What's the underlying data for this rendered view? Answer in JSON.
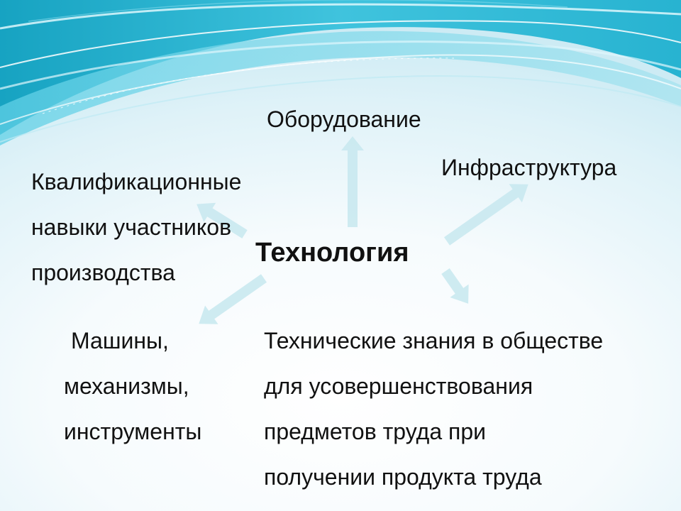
{
  "center": {
    "label": "Технология"
  },
  "nodes": {
    "equipment": {
      "label": "Оборудование"
    },
    "skills": {
      "lines": [
        "Квалификационные",
        "навыки участников",
        "производства"
      ]
    },
    "infrastructure": {
      "label": "Инфраструктура"
    },
    "machines": {
      "lines": [
        "Машины,",
        "механизмы,",
        "инструменты"
      ]
    },
    "knowledge": {
      "lines": [
        "Технические знания в обществе",
        "для усовершенствования",
        "предметов труда при",
        "получении продукта труда"
      ]
    }
  },
  "colors": {
    "wave_dark": "#0d9fbf",
    "wave_mid": "#38c1dc",
    "wave_light": "#a6e3ef",
    "arrow": "#c7e8ef",
    "text": "#111111"
  }
}
